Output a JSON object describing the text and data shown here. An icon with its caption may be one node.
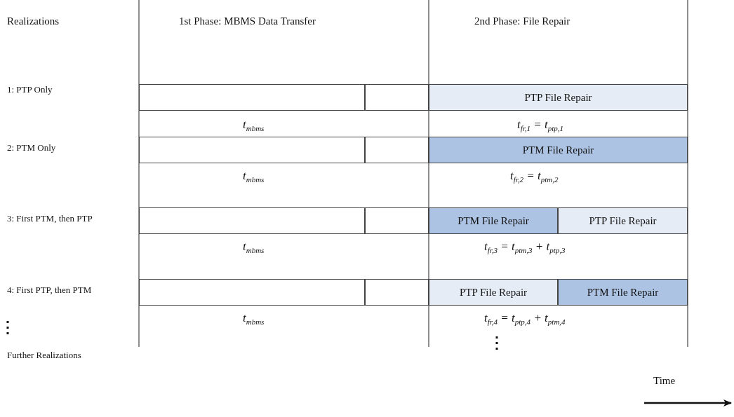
{
  "diagram": {
    "nodes": [
      {
        "text": [],
        "shape": "box"
      },
      {
        "text": [],
        "shape": "box"
      },
      {
        "text": [
          "PTP File Repair"
        ]
      },
      {
        "text": [],
        "shape": "box"
      },
      {
        "text": [],
        "shape": "box"
      },
      {
        "text": [
          "PTM File Repair"
        ]
      },
      {
        "text": [],
        "shape": "box"
      },
      {
        "text": [],
        "shape": "box"
      },
      {
        "text": [
          "PTM File Repair"
        ]
      },
      {
        "text": [
          "PTP File Repair"
        ]
      },
      {
        "text": [],
        "shape": "box"
      },
      {
        "text": [],
        "shape": "box"
      },
      {
        "text": [
          "PTP File Repair"
        ]
      },
      {
        "text": [
          "PTM File Repair"
        ]
      }
    ],
    "labels": [
      "Realizations",
      "1st Phase: MBMS Data Transfer",
      "2nd Phase: File Repair",
      "1: PTP Only",
      "t$_{mbms}$",
      "t$_{fr,1}$ = t$_{ptp,1}$",
      "2: PTM Only",
      "t$_{mbms}$",
      "t$_{fr,2}$ = t$_{ptm,2}$",
      "3: First PTM, then PTP",
      "t$_{mbms}$",
      "t$_{fr,3}$ = t$_{ptm,3}$ + t$_{ptp,3}$",
      "4: First PTP, then PTM",
      "t$_{mbms}$",
      "t$_{fr,4}$ = t$_{ptp,4}$ + t$_{ptm,4}$",
      "Further Realizations",
      "Time"
    ]
  }
}
